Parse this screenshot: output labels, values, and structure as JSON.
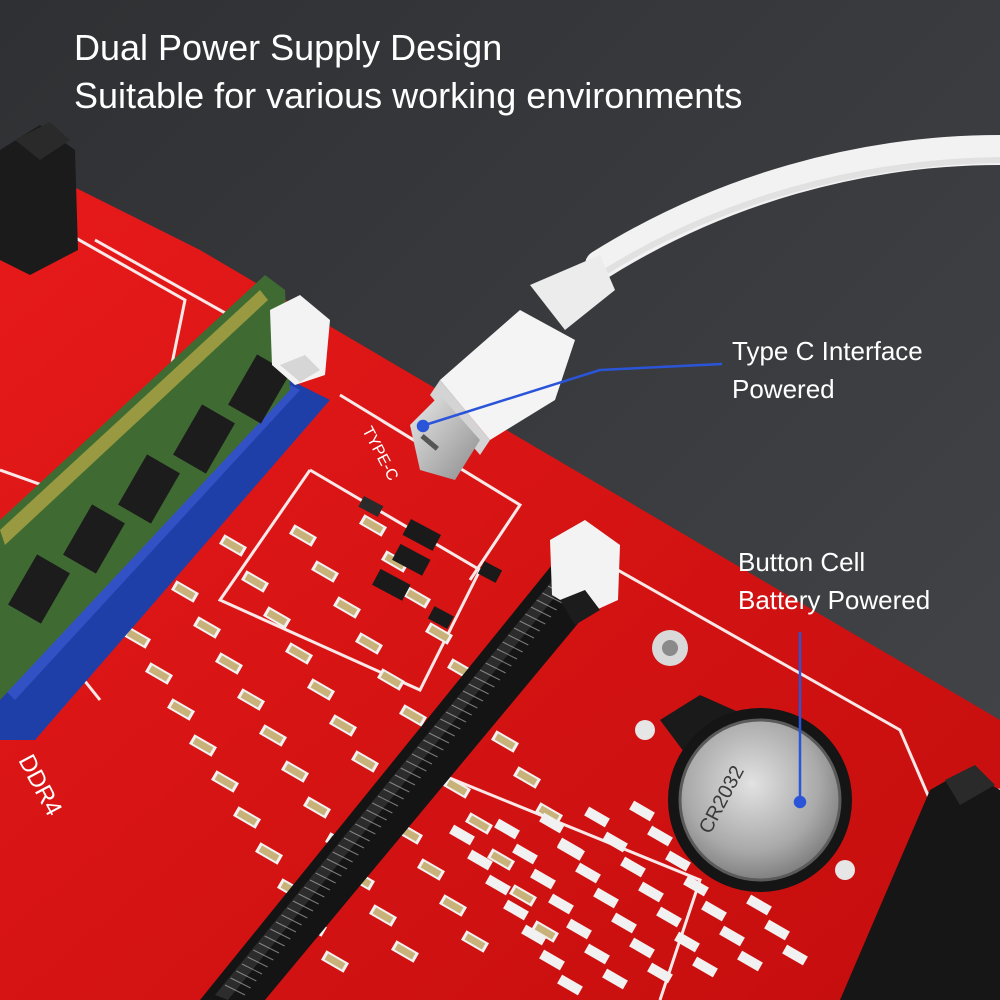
{
  "headline": {
    "line1": "Dual Power Supply Design",
    "line2": "Suitable for various working environments"
  },
  "callouts": {
    "type_c": {
      "line1": "Type C Interface",
      "line2": "Powered"
    },
    "battery": {
      "line1": "Button Cell",
      "line2": "Battery Powered"
    }
  },
  "board_labels": {
    "type_c": "TYPE-C",
    "ddr4": "DDR4",
    "battery": "CR2032"
  },
  "colors": {
    "background": "#3a3b3e",
    "board": "#e01414",
    "silkscreen": "#ffffff",
    "slot_black": "#141414",
    "slot_blue": "#1f3fa8",
    "ram_pcb": "#3f6b32",
    "cable": "#f2f2f2",
    "callout_line": "#2a55d8"
  }
}
